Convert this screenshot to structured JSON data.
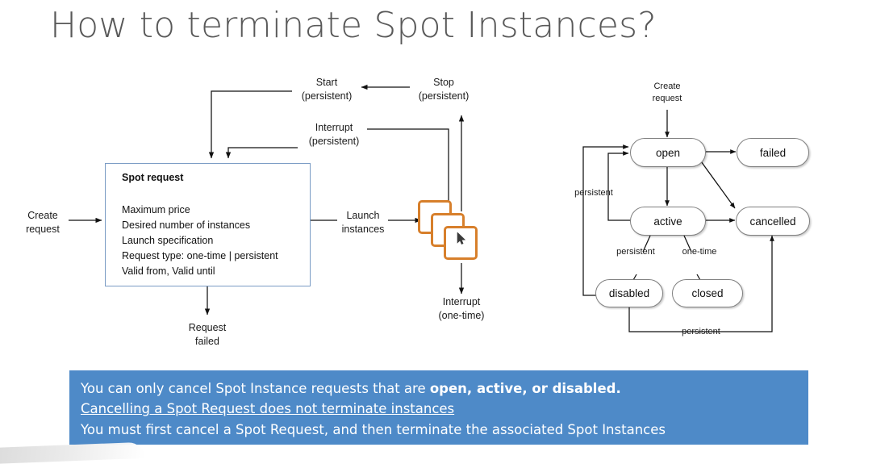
{
  "slide": {
    "title": "How to terminate Spot Instances?"
  },
  "left_diagram": {
    "name": "spot-request-lifecycle",
    "create_request_label": "Create\nrequest",
    "create_request_l1": "Create",
    "create_request_l2": "request",
    "start_l1": "Start",
    "start_l2": "(persistent)",
    "stop_l1": "Stop",
    "stop_l2": "(persistent)",
    "interrupt_persistent_l1": "Interrupt",
    "interrupt_persistent_l2": "(persistent)",
    "launch_l1": "Launch",
    "launch_l2": "instances",
    "interrupt_onetime_l1": "Interrupt",
    "interrupt_onetime_l2": "(one-time)",
    "request_failed_l1": "Request",
    "request_failed_l2": "failed",
    "spot_request_box": {
      "title": "Spot request",
      "lines": [
        "Maximum price",
        "Desired number of instances",
        "Launch specification",
        "Request type: one-time | persistent",
        "Valid from, Valid until"
      ],
      "border_color": "#7A9BC4"
    },
    "instances_icon_color": "#D77F2B"
  },
  "right_diagram": {
    "name": "spot-request-state-machine",
    "create_request_l1": "Create",
    "create_request_l2": "request",
    "states": [
      {
        "id": "open",
        "label": "open"
      },
      {
        "id": "failed",
        "label": "failed"
      },
      {
        "id": "active",
        "label": "active"
      },
      {
        "id": "cancelled",
        "label": "cancelled"
      },
      {
        "id": "disabled",
        "label": "disabled"
      },
      {
        "id": "closed",
        "label": "closed"
      }
    ],
    "edge_labels": {
      "persistent_left": "persistent",
      "persistent_active": "persistent",
      "one_time_active": "one-time",
      "persistent_bottom": "persistent"
    }
  },
  "callout": {
    "background_color": "#4E8AC8",
    "line1_prefix": "You can only cancel Spot Instance requests that are ",
    "line1_bold": "open, active, or disabled.",
    "line2": "Cancelling a Spot Request does not terminate instances",
    "line3": "You must first cancel a Spot Request, and then terminate the associated Spot Instances"
  }
}
